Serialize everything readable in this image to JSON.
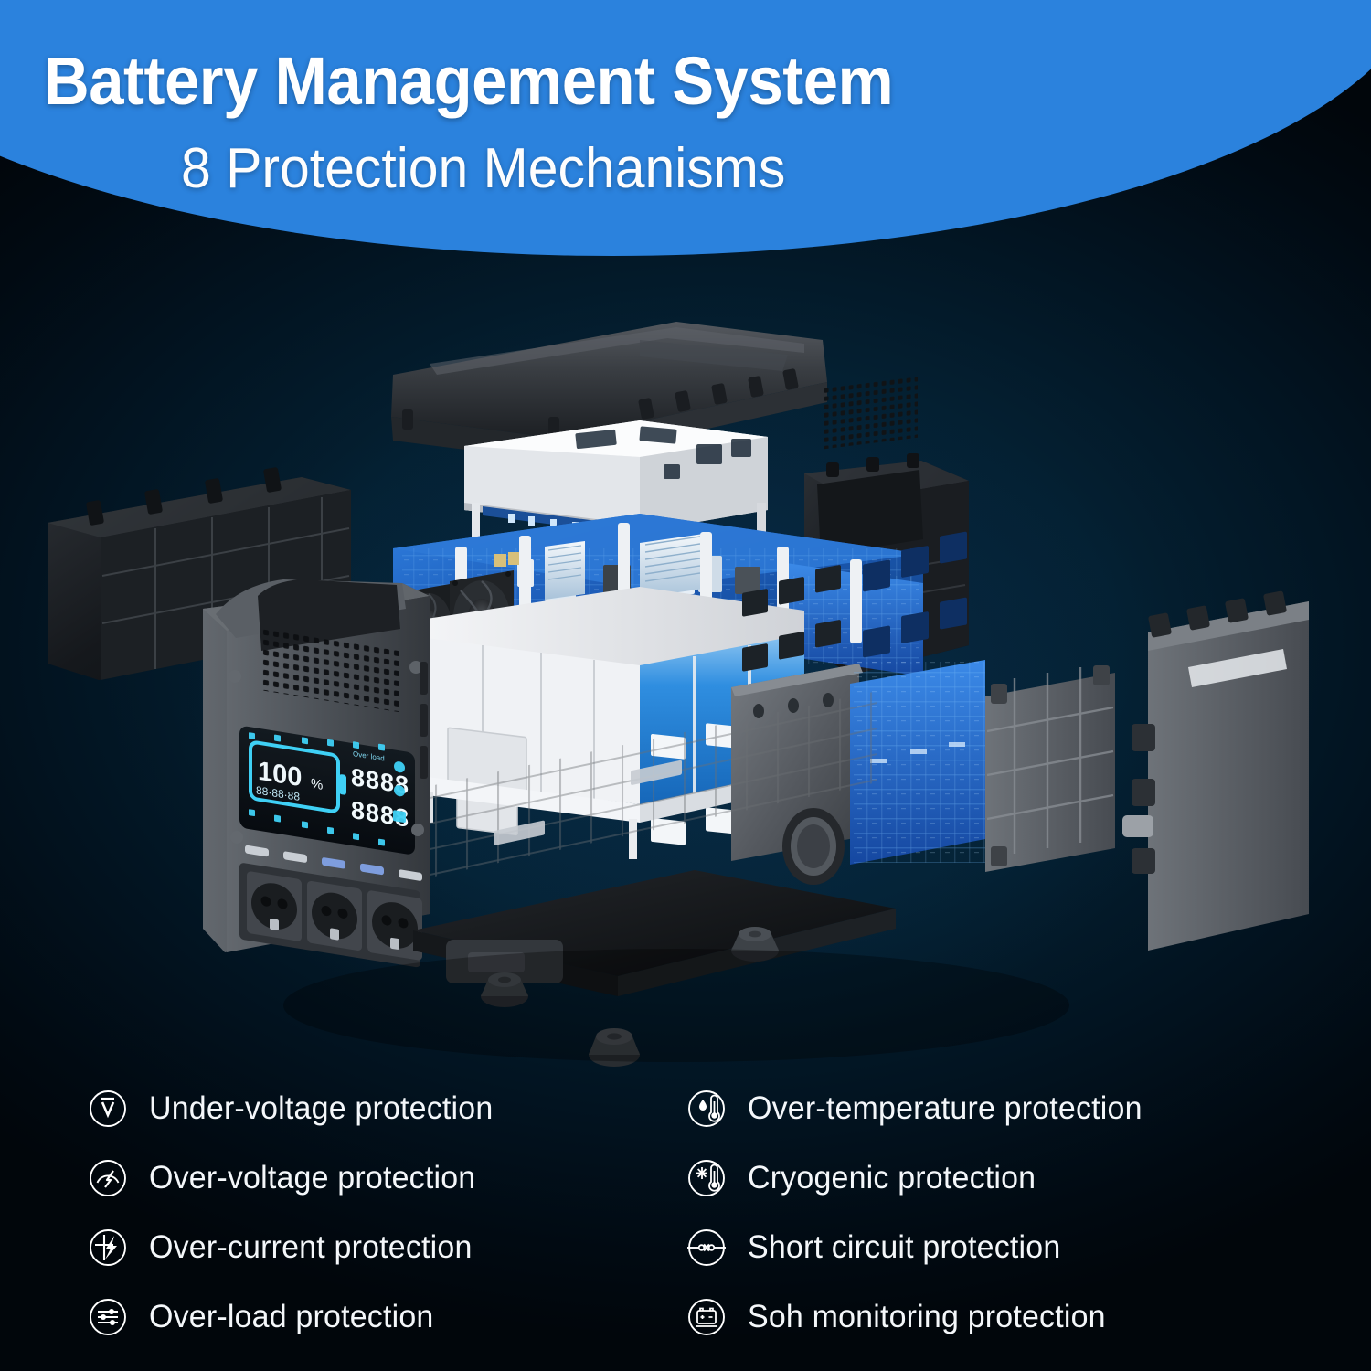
{
  "header": {
    "title": "Battery Management System",
    "subtitle": "8 Protection Mechanisms",
    "banner_color": "#2b82dd",
    "title_color": "#ffffff"
  },
  "background": {
    "top_color": "#03192b",
    "bottom_color": "#02060c"
  },
  "product": {
    "name": "portable-power-station-exploded-view",
    "display": {
      "battery_percent": "100%",
      "readout_top": "8888",
      "readout_bottom": "8888",
      "small_readouts": [
        "88",
        "88",
        "88"
      ],
      "label_overload": "Over load",
      "accent_color": "#3fd0f5"
    },
    "parts": [
      "top-cover",
      "white-metal-chassis",
      "left-side-panel",
      "front-housing-with-display",
      "cooling-fans",
      "main-circuit-board",
      "battery-cell-pack",
      "bms-circuit-board",
      "inner-support-frame",
      "right-side-panel",
      "back-cover",
      "bottom-base-tray",
      "rubber-feet"
    ]
  },
  "features": {
    "left_column": [
      {
        "icon": "under-voltage-icon",
        "label": "Under-voltage protection"
      },
      {
        "icon": "over-voltage-icon",
        "label": "Over-voltage protection"
      },
      {
        "icon": "over-current-icon",
        "label": "Over-current protection"
      },
      {
        "icon": "over-load-icon",
        "label": "Over-load protection"
      }
    ],
    "right_column": [
      {
        "icon": "over-temperature-icon",
        "label": "Over-temperature protection"
      },
      {
        "icon": "cryogenic-icon",
        "label": "Cryogenic protection"
      },
      {
        "icon": "short-circuit-icon",
        "label": "Short circuit protection"
      },
      {
        "icon": "soh-monitoring-icon",
        "label": "Soh monitoring protection"
      }
    ],
    "text_color": "#f4f7fa",
    "icon_color": "#ffffff"
  }
}
